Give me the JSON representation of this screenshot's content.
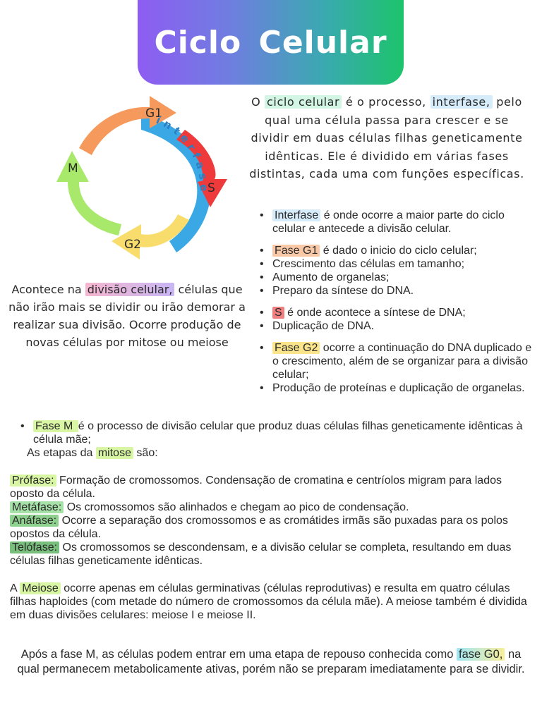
{
  "title": "Ciclo Celular",
  "diagram": {
    "labels": {
      "g1": "G1",
      "s": "S",
      "g2": "G2",
      "m": "M",
      "interfase": "interfase"
    },
    "colors": {
      "g1": "#f59a5c",
      "s": "#ee3a3a",
      "g2": "#f8dc6c",
      "m": "#a8e86a",
      "interfase": "#3ba8e6"
    }
  },
  "intro": {
    "p1": "O ",
    "term1": "ciclo celular",
    "p2": " é o processo, ",
    "term2": "interfase,",
    "p3": " pelo qual uma célula passa para crescer e se dividir em duas células filhas geneticamente idênticas. Ele é dividido em várias fases distintas, cada uma com funções específicas."
  },
  "divisao": {
    "p1": "Acontece na ",
    "term": "divisão celular,",
    "p2": " células que não irão mais se dividir ou irão demorar a realizar sua divisão. Ocorre produção de novas células por mitose ou meiose"
  },
  "phases": {
    "interfase_term": "Interfase",
    "interfase_text": " é onde ocorre a maior parte do ciclo celular e antecede a divisão celular.",
    "g1_term": "Fase G1",
    "g1_text": " é dado o inicio do ciclo celular;",
    "g1_items": [
      "Crescimento das células em tamanho;",
      "Aumento de organelas;",
      "Preparo da síntese do DNA."
    ],
    "s_term": "S",
    "s_text": " é onde acontece a síntese de DNA;",
    "s_items": [
      "Duplicação de DNA."
    ],
    "g2_term": "Fase G2",
    "g2_text": " ocorre a continuação do  DNA duplicado e o crescimento, além de se organizar para a divisão celular;",
    "g2_items": [
      "Produção de proteínas e duplicação de organelas."
    ]
  },
  "fase_m": {
    "term": "Fase M ",
    "text": " é o processo de divisão celular que produz duas células filhas geneticamente idênticas à célula mãe;",
    "etapas_p1": "As etapas da ",
    "etapas_term": "mitose",
    "etapas_p2": " são:"
  },
  "etapas": [
    {
      "term": "Prófase:",
      "text": "  Formação de cromossomos. Condensação de cromatina e centríolos migram para lados oposto da célula."
    },
    {
      "term": "Metáfase:",
      "text": " Os cromossomos são alinhados e chegam ao pico de condensação."
    },
    {
      "term": "Anáfase:",
      "text": " Ocorre a separação dos cromossomos e as cromátides irmãs são puxadas para os polos opostos da célula."
    },
    {
      "term": "Telófase:",
      "text": "  Os cromossomos se descondensam, e a divisão celular se completa, resultando em duas células filhas geneticamente idênticas."
    }
  ],
  "meiose": {
    "p1": "A ",
    "term": "Meiose",
    "p2": " ocorre apenas em células germinativas (células reprodutivas) e resulta em quatro células filhas haploides (com metade do número de cromossomos da célula mãe). A meiose também é dividida em duas divisões celulares: meiose I e meiose II."
  },
  "apos": {
    "p1": "Após a fase M, as células podem entrar em uma etapa de repouso conhecida como ",
    "term": "fase G0,",
    "p2": " na qual permanecem metabolicamente ativas, porém não se preparam imediatamente para se dividir."
  }
}
